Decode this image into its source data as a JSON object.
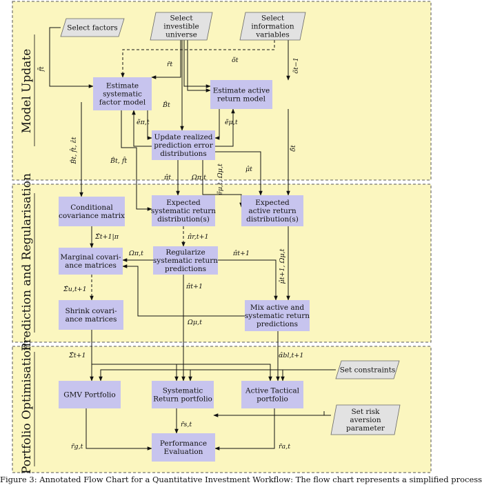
{
  "sections": [
    {
      "id": "model",
      "label": "Model Update"
    },
    {
      "id": "pred",
      "label": "Prediction and Regularisation"
    },
    {
      "id": "port",
      "label": "Portfolio Optimisation"
    }
  ],
  "nodes": {
    "select_factors": {
      "kind": "input",
      "lines": [
        "Select factors"
      ]
    },
    "select_universe": {
      "kind": "input",
      "lines": [
        "Select",
        "investible",
        "universe"
      ]
    },
    "select_info": {
      "kind": "input",
      "lines": [
        "Select",
        "information",
        "variables"
      ]
    },
    "est_systematic": {
      "kind": "process",
      "lines": [
        "Estimate",
        "systematic",
        "factor model"
      ]
    },
    "est_active": {
      "kind": "process",
      "lines": [
        "Estimate active",
        "return model"
      ]
    },
    "update_errors": {
      "kind": "process",
      "lines": [
        "Update realized",
        "prediction error",
        "distributions"
      ]
    },
    "cond_cov": {
      "kind": "process",
      "lines": [
        "Conditional",
        "covariance matrix"
      ]
    },
    "exp_systematic": {
      "kind": "process",
      "lines": [
        "Expected",
        "systematic return",
        "distribution(s)"
      ]
    },
    "exp_active": {
      "kind": "process",
      "lines": [
        "Expected",
        "active return",
        "distribution(s)"
      ]
    },
    "marginal_cov": {
      "kind": "process",
      "lines": [
        "Marginal covari-",
        "ance matrices"
      ]
    },
    "regularize": {
      "kind": "process",
      "lines": [
        "Regularize",
        "systematic return",
        "predictions"
      ]
    },
    "shrink_cov": {
      "kind": "process",
      "lines": [
        "Shrink covari-",
        "ance matrices"
      ]
    },
    "mix": {
      "kind": "process",
      "lines": [
        "Mix active and",
        "systematic return",
        "predictions"
      ]
    },
    "gmv": {
      "kind": "process",
      "lines": [
        "GMV Portfolio"
      ]
    },
    "sys_portfolio": {
      "kind": "process",
      "lines": [
        "Systematic",
        "Return portfolio"
      ]
    },
    "active_portfolio": {
      "kind": "process",
      "lines": [
        "Active Tactical",
        "portfolio"
      ]
    },
    "set_constraints": {
      "kind": "input",
      "lines": [
        "Set constraints"
      ]
    },
    "set_risk": {
      "kind": "input",
      "lines": [
        "Set risk",
        "aversion",
        "parameter"
      ]
    },
    "performance": {
      "kind": "process",
      "lines": [
        "Performance",
        "Evaluation"
      ]
    }
  },
  "edge_labels": {
    "f_t": "f̃t",
    "r_t": "r̃t",
    "o_t": "õt",
    "o_t1": "õt−1",
    "B_t": "B̂t",
    "e_pi": "ẽπ,t",
    "e_mu": "ẽμ,t",
    "delta": "δ̂t",
    "Bfe": "B̂t, f̂t, ε̂t",
    "Bf": "B̂t, f̂t",
    "pi_t": "π̂t",
    "omega_pi": "Ωπ,t",
    "e_omega": "ẽμ,t, Ωμ,t",
    "mu_t": "μ̂t",
    "sigma_pi": "Σ̂t+1|π",
    "pi_r": "π̂r,t+1",
    "omega_pi2": "Ωπ,t",
    "pi_t1": "π̂t+1",
    "mu_omega": "μ̂t+1, Ωμ,t",
    "sigma_u": "Σ̂u,t+1",
    "pi_t1b": "π̂t+1",
    "omega_mu": "Ωμ,t",
    "sigma_t1": "Σ̂t+1",
    "alpha": "α̂bl,t+1",
    "r_s": "r̃s,t",
    "r_g": "r̃g,t",
    "r_a": "r̃a,t"
  },
  "caption": "Figure 3: Annotated Flow Chart for a Quantitative Investment Workflow: The flow chart represents a simplified process",
  "colors": {
    "section_fill": "#fbf6bf",
    "process_fill": "#c7c4ee",
    "input_fill": "#e2e2e2",
    "stroke": "#111111"
  }
}
